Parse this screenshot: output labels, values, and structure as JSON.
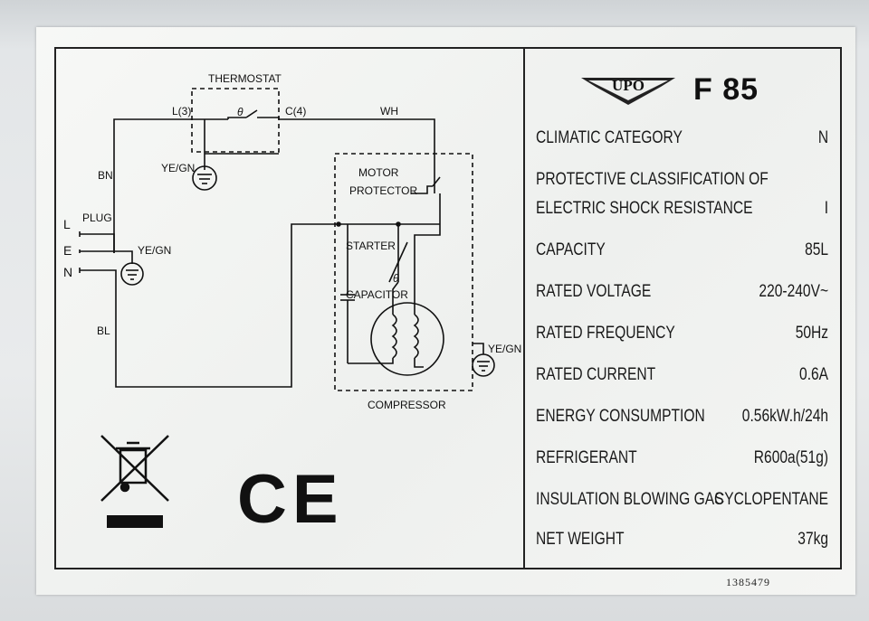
{
  "diagram": {
    "thermostat": "THERMOSTAT",
    "l3": "L(3)",
    "c4": "C(4)",
    "wh": "WH",
    "bn": "BN",
    "yegn_top": "YE/GN",
    "plug": "PLUG",
    "l": "L",
    "e": "E",
    "n": "N",
    "yegn_plug": "YE/GN",
    "bl": "BL",
    "motor": "MOTOR",
    "protector": "PROTECTOR",
    "starter": "STARTER",
    "capacitor": "CAPACITOR",
    "theta1": "θ",
    "theta2": "θ",
    "yegn_right": "YE/GN",
    "compressor": "COMPRESSOR"
  },
  "marks": {
    "ce": "CE"
  },
  "brand": {
    "logo": "UPO",
    "model": "F 85"
  },
  "specs": [
    {
      "label": "CLIMATIC CATEGORY",
      "value": "N"
    },
    {
      "label": "PROTECTIVE CLASSIFICATION OF",
      "value": ""
    },
    {
      "label": "ELECTRIC SHOCK RESISTANCE",
      "value": "I"
    },
    {
      "label": "CAPACITY",
      "value": "85L"
    },
    {
      "label": "RATED VOLTAGE",
      "value": "220-240V~"
    },
    {
      "label": "RATED FREQUENCY",
      "value": "50Hz"
    },
    {
      "label": "RATED CURRENT",
      "value": "0.6A"
    },
    {
      "label": "ENERGY CONSUMPTION",
      "value": "0.56kW.h/24h"
    },
    {
      "label": "REFRIGERANT",
      "value": "R600a(51g)"
    },
    {
      "label": "INSULATION BLOWING GAS",
      "value": "CYCLOPENTANE"
    },
    {
      "label": "NET WEIGHT",
      "value": "37kg"
    }
  ],
  "serial": "1385479"
}
